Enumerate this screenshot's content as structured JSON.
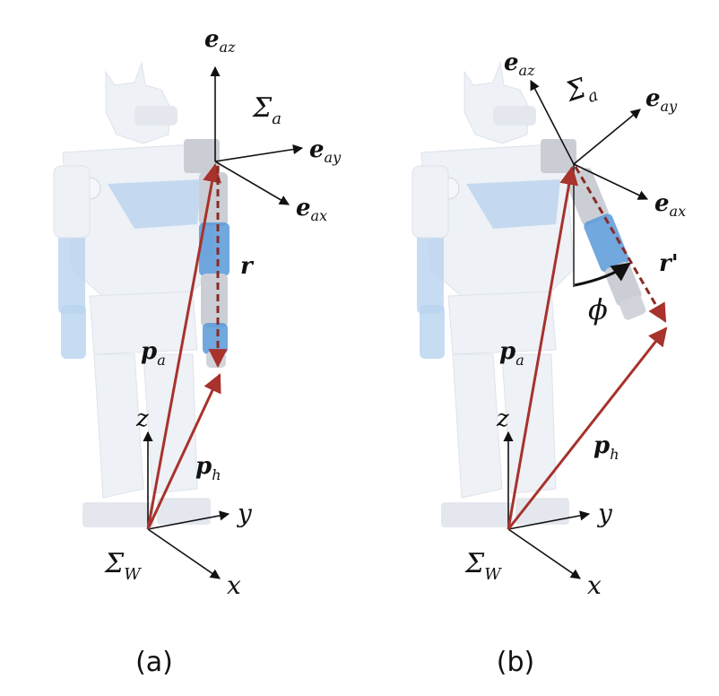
{
  "colors": {
    "vector_red": "#a8322c",
    "dashed_red": "#8a2a26",
    "axis_black": "#111111",
    "robot_body": "#eef1f6",
    "robot_blue": "#b9d3ee",
    "robot_grey": "#c8ccd2",
    "arm_blue": "#4f93d6"
  },
  "panel_a": {
    "caption": "(a)",
    "frame_arm": {
      "symbol": "Σ",
      "subscript": "a"
    },
    "frame_world": {
      "symbol": "Σ",
      "subscript": "W"
    },
    "axis_eaz": {
      "base": "e",
      "sub": "az"
    },
    "axis_eay": {
      "base": "e",
      "sub": "ay"
    },
    "axis_eax": {
      "base": "e",
      "sub": "ax"
    },
    "vec_r": "r",
    "vec_pa": {
      "base": "p",
      "sub": "a"
    },
    "vec_ph": {
      "base": "p",
      "sub": "h"
    },
    "world_x": "x",
    "world_y": "y",
    "world_z": "z"
  },
  "panel_b": {
    "caption": "(b)",
    "frame_arm": {
      "symbol": "Σ",
      "subscript": "a"
    },
    "frame_world": {
      "symbol": "Σ",
      "subscript": "W"
    },
    "axis_eaz": {
      "base": "e",
      "sub": "az"
    },
    "axis_eay": {
      "base": "e",
      "sub": "ay"
    },
    "axis_eax": {
      "base": "e",
      "sub": "ax"
    },
    "vec_r": "r'",
    "angle": "ϕ",
    "vec_pa": {
      "base": "p",
      "sub": "a"
    },
    "vec_ph": {
      "base": "p",
      "sub": "h"
    },
    "world_x": "x",
    "world_y": "y",
    "world_z": "z"
  }
}
